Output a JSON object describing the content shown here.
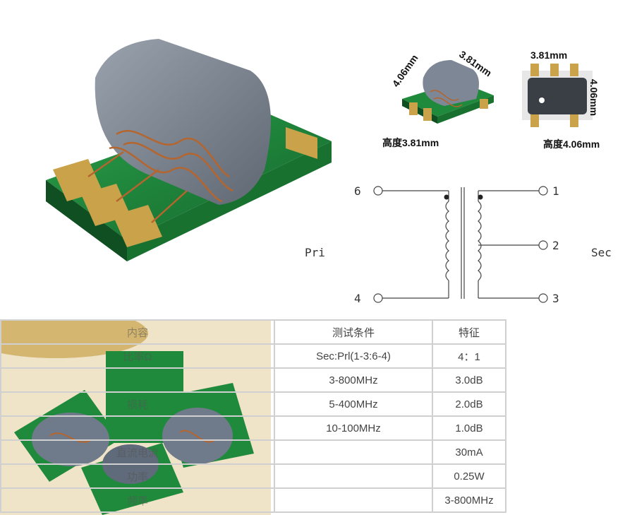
{
  "dimensions_small": {
    "length": "4.06mm",
    "width": "3.81mm",
    "height": "高度3.81mm"
  },
  "dimensions_top": {
    "width": "3.81mm",
    "length": "4.06mm",
    "height": "高度4.06mm"
  },
  "schematic": {
    "pins": {
      "p6": "6",
      "p4": "4",
      "p1": "1",
      "p2": "2",
      "p3": "3"
    },
    "primary_label": "Pri",
    "secondary_label": "Sec"
  },
  "spec_table": {
    "headers": {
      "param": "内容",
      "condition": "测试条件",
      "value": "特征"
    },
    "rows": [
      {
        "param": "比率Ω",
        "condition": "Sec:Prl(1-3:6-4)",
        "value": "4：1"
      },
      {
        "param": "",
        "condition": "3-800MHz",
        "value": "3.0dB"
      },
      {
        "param": "损耗",
        "condition": "5-400MHz",
        "value": "2.0dB"
      },
      {
        "param": "",
        "condition": "10-100MHz",
        "value": "1.0dB"
      },
      {
        "param": "直流电流",
        "condition": "",
        "value": "30mA"
      },
      {
        "param": "功率",
        "condition": "",
        "value": "0.25W"
      },
      {
        "param": "频率",
        "condition": "",
        "value": "3-800MHz"
      }
    ]
  },
  "colors": {
    "pcb_green": "#1f8a3c",
    "core_gray": "#7d8795",
    "gold": "#c9a24a",
    "copper": "#b5652e"
  }
}
